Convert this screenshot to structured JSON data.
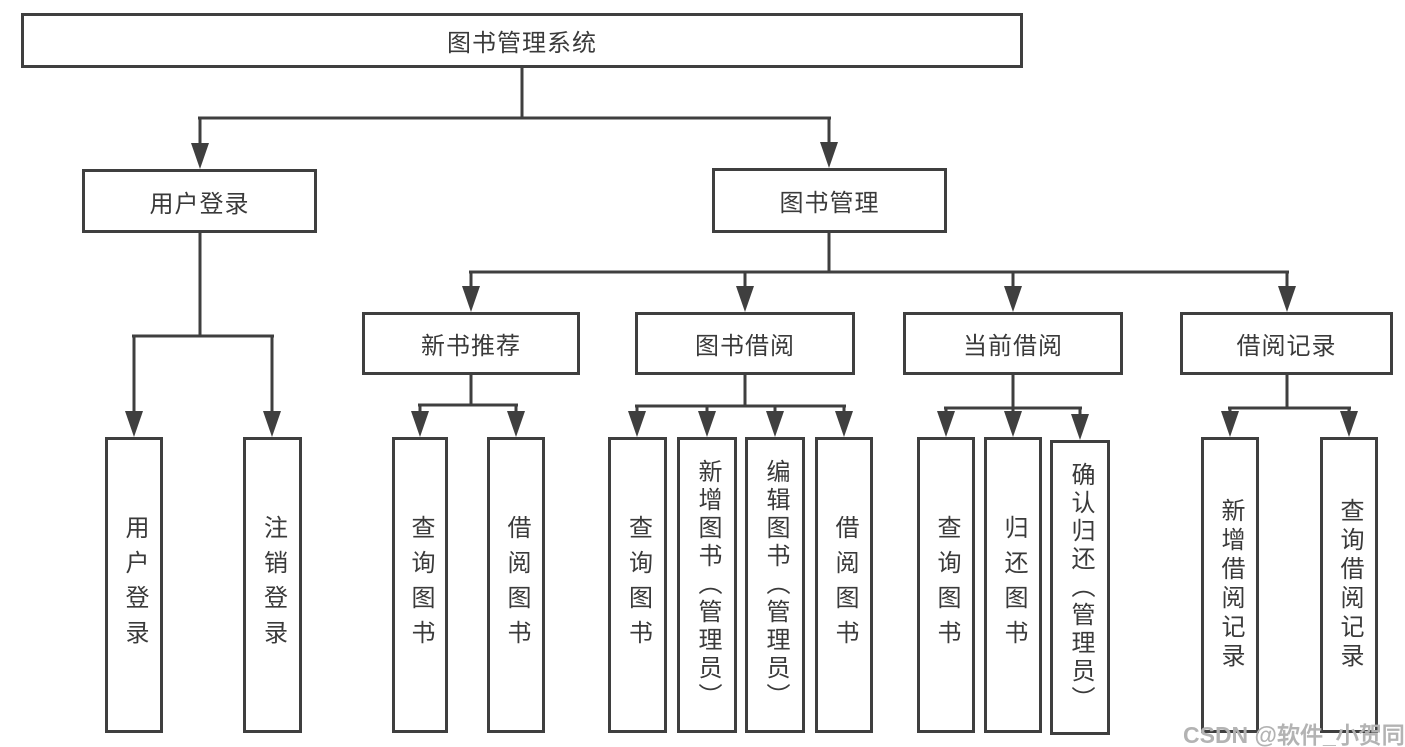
{
  "nodes": {
    "root": "图书管理系统",
    "user_login": "用户登录",
    "book_mgmt": "图书管理",
    "login_leaf": "用户登录",
    "logout_leaf": "注销登录",
    "new_book": "新书推荐",
    "book_borrow": "图书借阅",
    "current_borrow": "当前借阅",
    "borrow_records": "借阅记录",
    "nb_query": "查询图书",
    "nb_borrow": "借阅图书",
    "bb_query": "查询图书",
    "bb_add": "新增图书（管理员）",
    "bb_edit": "编辑图书（管理员）",
    "bb_borrow": "借阅图书",
    "cb_query": "查询图书",
    "cb_return": "归还图书",
    "cb_confirm": "确认归还（管理员）",
    "br_add": "新增借阅记录",
    "br_query": "查询借阅记录"
  },
  "watermark": "CSDN @软件_小贺同学",
  "colors": {
    "line": "#3f3f3f",
    "text": "#3a3a3a",
    "watermark": "#b3b3b3",
    "background": "#ffffff"
  }
}
